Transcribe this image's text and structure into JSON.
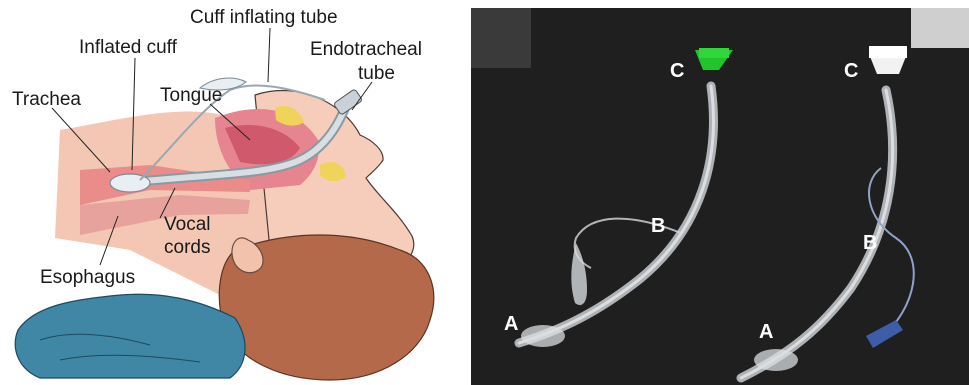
{
  "diagram": {
    "labels": {
      "cuff_inflating_tube": "Cuff inflating tube",
      "inflated_cuff": "Inflated cuff",
      "endotracheal_line1": "Endotracheal",
      "endotracheal_line2": "tube",
      "tongue": "Tongue",
      "trachea": "Trachea",
      "vocal_line1": "Vocal",
      "vocal_line2": "cords",
      "esophagus": "Esophagus"
    }
  },
  "photo": {
    "left_tube": {
      "a": "A",
      "b": "B",
      "c": "C",
      "connector_color": "#22c42b"
    },
    "right_tube": {
      "a": "A",
      "b": "B",
      "c": "C",
      "connector_color": "#f2f2f2"
    }
  }
}
